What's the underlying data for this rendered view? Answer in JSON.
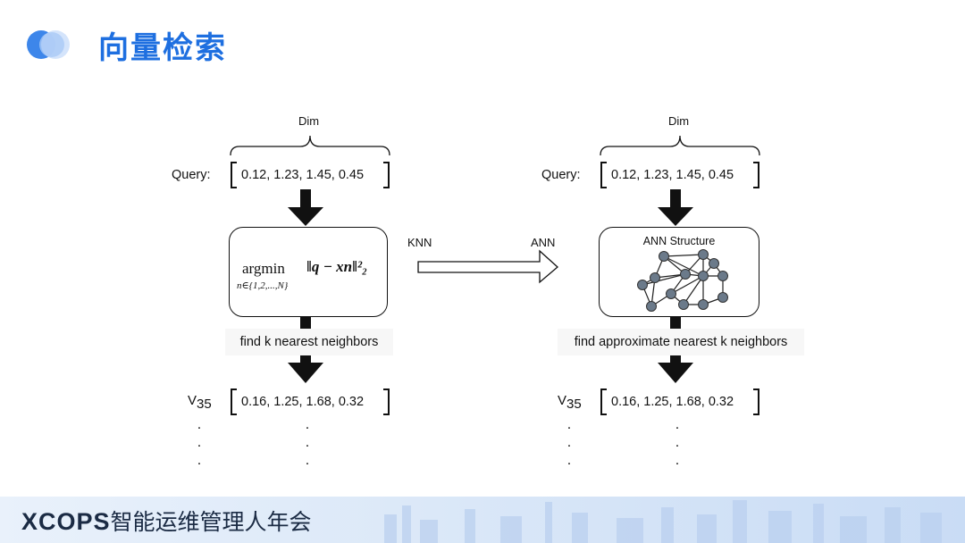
{
  "header": {
    "title": "向量检索"
  },
  "left": {
    "dim_label": "Dim",
    "query_label": "Query:",
    "query_vector": "0.12, 1.23, 1.45, 0.45",
    "formula": {
      "op": "argmin",
      "subscript": "n∈{1,2,...,N}",
      "expr": "‖q − xn‖²₂"
    },
    "caption": "find k nearest neighbors",
    "result_label": "V35",
    "result_vector": "0.16, 1.25, 1.68, 0.32",
    "ellipsis": "."
  },
  "middle": {
    "from_label": "KNN",
    "to_label": "ANN"
  },
  "right": {
    "dim_label": "Dim",
    "query_label": "Query:",
    "query_vector": "0.12, 1.23, 1.45, 0.45",
    "structure_title": "ANN Structure",
    "caption": "find approximate nearest k neighbors",
    "result_label": "V35",
    "result_vector": "0.16, 1.25, 1.68, 0.32",
    "ellipsis": "."
  },
  "footer": {
    "brand_latin": "XCOPS",
    "brand_chinese": "智能运维管理人年会"
  },
  "colors": {
    "accent": "#1e6fe0",
    "node": "#6b7a8a",
    "footer_text": "#1b2b44"
  }
}
